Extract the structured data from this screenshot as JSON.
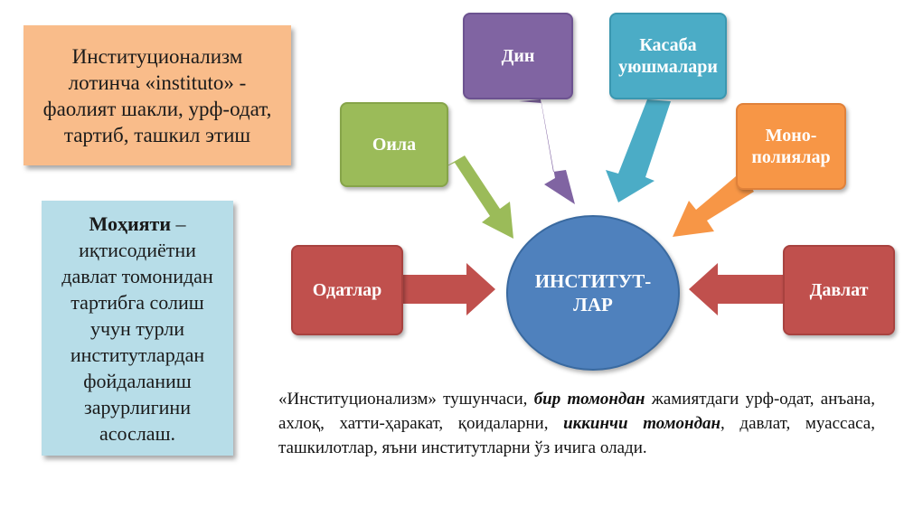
{
  "definition": {
    "line1": "Институционализм",
    "line2": "лотинча «instituto» -",
    "line3": "фаолият шакли, урф-одат,",
    "line4": "тартиб, ташкил этиш"
  },
  "essence": {
    "title": "Моҳияти",
    "title_suffix": " –",
    "text": "иқтисодиётни давлат томонидан тартибга солиш учун турли институтлардан фойдаланиш зарурлигини асослаш."
  },
  "center": {
    "label": "ИНСТИТУТ-ЛАР"
  },
  "nodes": {
    "odatlar": "Одатлар",
    "oila": "Оила",
    "din": "Дин",
    "kasaba": "Касаба уюшмалари",
    "monopoliyalar": "Моно-полиялар",
    "davlat": "Давлат"
  },
  "paragraph": {
    "p1": "«Институционализм» тушунчаси, ",
    "b1": "бир томондан",
    "p2": " жамиятдаги урф-одат, анъана, ахлоқ, хатти-ҳаракат, қоидаларни, ",
    "b2": "иккинчи томондан",
    "p3": ", давлат, муассаса, ташкилотлар, яъни институтларни ўз ичига олади."
  },
  "colors": {
    "definition_bg": "#f9bc8a",
    "essence_bg": "#b7dde8",
    "center": "#4f81bd",
    "red": "#c0504d",
    "green": "#9bbb59",
    "purple": "#8064a2",
    "teal": "#4bacc6",
    "orange": "#f79646"
  }
}
